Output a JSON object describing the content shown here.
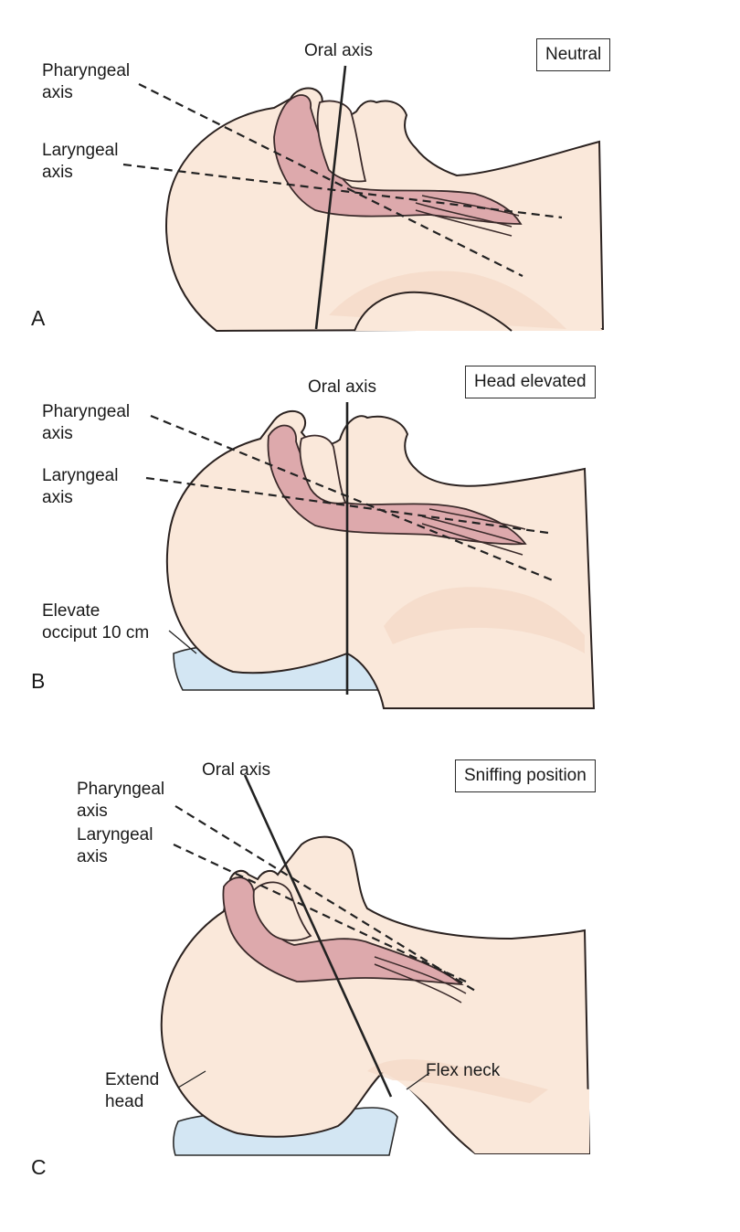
{
  "panels": {
    "a": {
      "letter": "A",
      "title": "Neutral",
      "oral_axis": "Oral axis",
      "pharyngeal_axis": "Pharyngeal\naxis",
      "laryngeal_axis": "Laryngeal\naxis"
    },
    "b": {
      "letter": "B",
      "title": "Head elevated",
      "oral_axis": "Oral axis",
      "pharyngeal_axis": "Pharyngeal\naxis",
      "laryngeal_axis": "Laryngeal\naxis",
      "elevate_note": "Elevate\nocciput 10 cm"
    },
    "c": {
      "letter": "C",
      "title": "Sniffing position",
      "oral_axis": "Oral axis",
      "pharyngeal_axis": "Pharyngeal\naxis",
      "laryngeal_axis": "Laryngeal\naxis",
      "extend_note": "Extend\nhead",
      "flex_note": "Flex neck"
    }
  },
  "colors": {
    "skin": "#fae8da",
    "airway": "#dda9ac",
    "pillow": "#d3e6f3",
    "ink": "#222222"
  }
}
